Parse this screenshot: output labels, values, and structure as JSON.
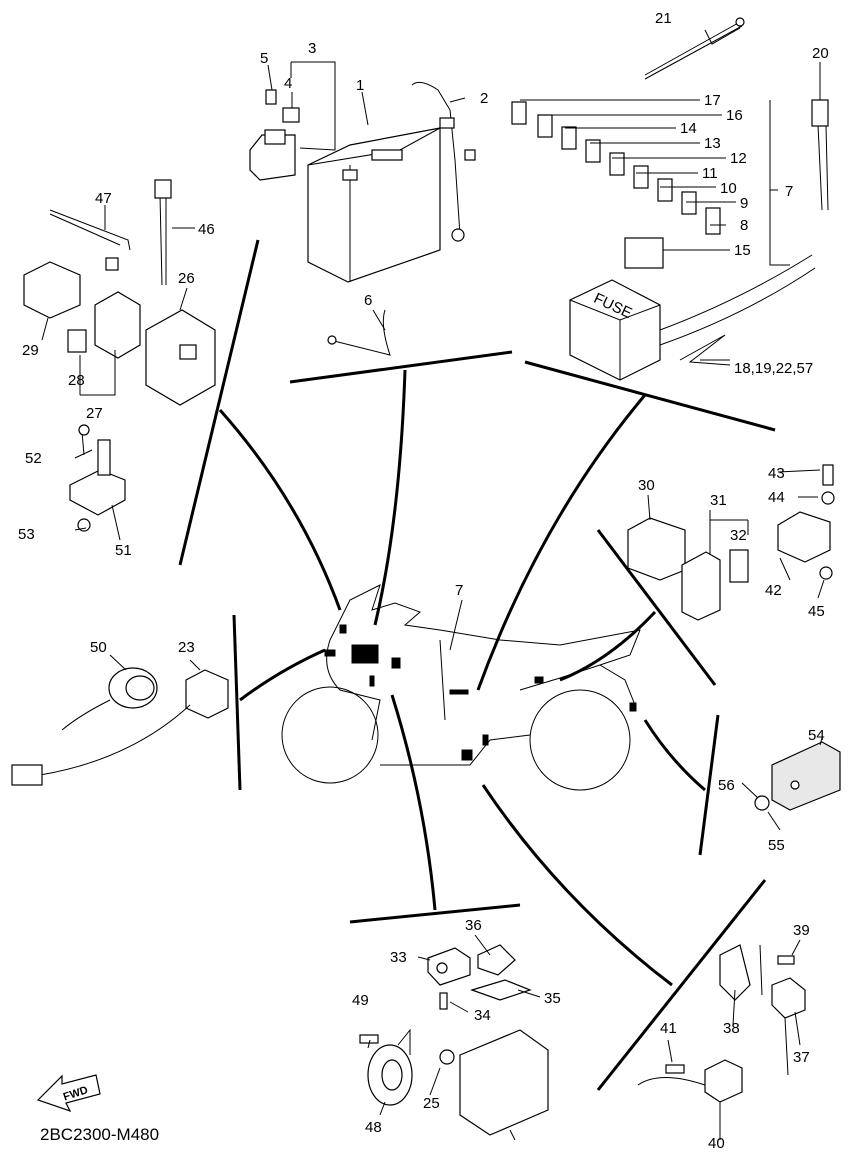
{
  "diagram": {
    "code": "2BC2300-M480",
    "fwd_label": "FWD",
    "callouts": {
      "c1": "1",
      "c2": "2",
      "c3": "3",
      "c4": "4",
      "c5": "5",
      "c6": "6",
      "c7": "7",
      "c7b": "7",
      "c8": "8",
      "c9": "9",
      "c10": "10",
      "c11": "11",
      "c12": "12",
      "c13": "13",
      "c14": "14",
      "c15": "15",
      "c16": "16",
      "c17": "17",
      "c18": "18,19,22,57",
      "c20": "20",
      "c21": "21",
      "c23": "23",
      "c25": "25",
      "c26": "26",
      "c27": "27",
      "c28": "28",
      "c29": "29",
      "c30": "30",
      "c31": "31",
      "c32": "32",
      "c33": "33",
      "c34": "34",
      "c35": "35",
      "c36": "36",
      "c37": "37",
      "c38": "38",
      "c39": "39",
      "c40": "40",
      "c41": "41",
      "c42": "42",
      "c43": "43",
      "c44": "44",
      "c45": "45",
      "c46": "46",
      "c47": "47",
      "c48": "48",
      "c49": "49",
      "c50": "50",
      "c51": "51",
      "c52": "52",
      "c53": "53",
      "c54": "54",
      "c55": "55",
      "c56": "56"
    },
    "fuse_box_text": "FUSE"
  }
}
